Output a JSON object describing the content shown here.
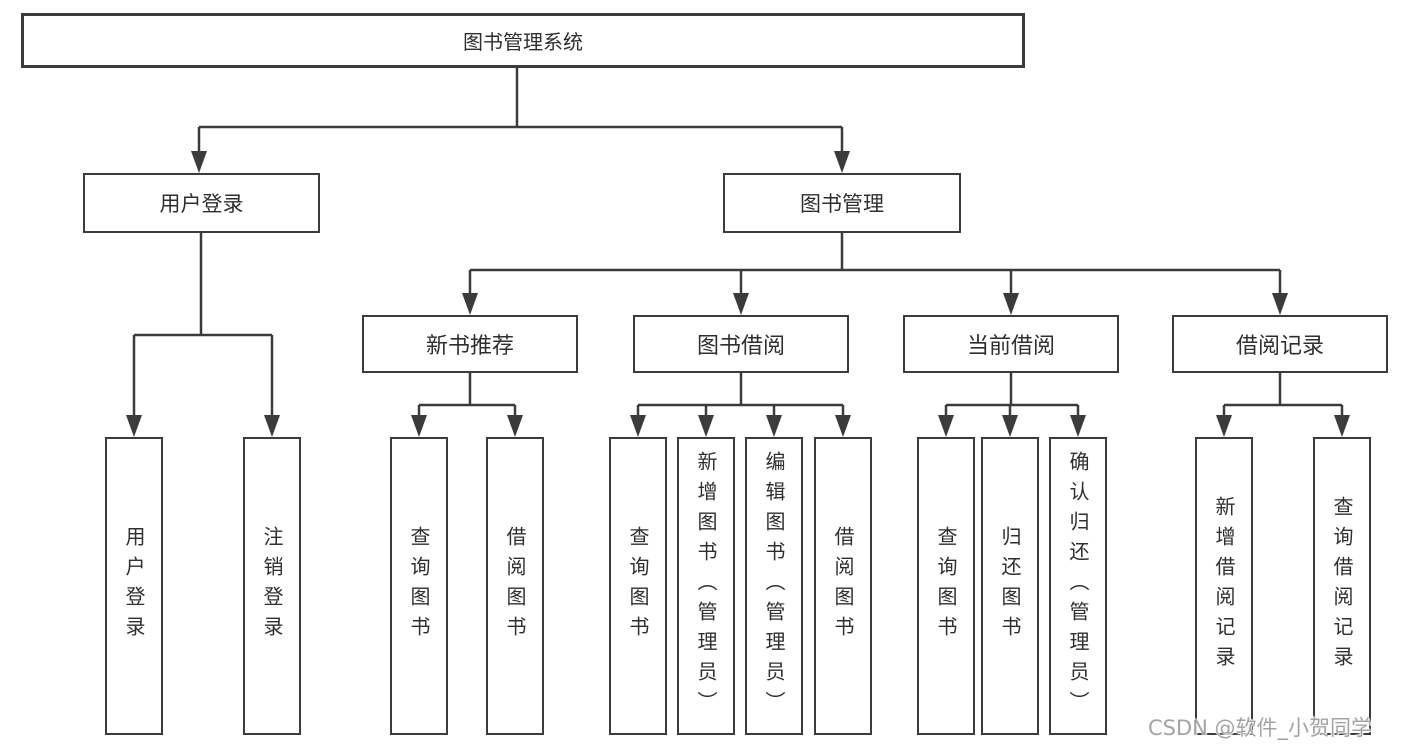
{
  "diagram_type": "hierarchy-tree",
  "tree": {
    "label": "图书管理系统",
    "children": [
      {
        "label": "用户登录",
        "children": [
          {
            "label": "用户登录"
          },
          {
            "label": "注销登录"
          }
        ]
      },
      {
        "label": "图书管理",
        "children": [
          {
            "label": "新书推荐",
            "children": [
              {
                "label": "查询图书"
              },
              {
                "label": "借阅图书"
              }
            ]
          },
          {
            "label": "图书借阅",
            "children": [
              {
                "label": "查询图书"
              },
              {
                "label": "新增图书（管理员）"
              },
              {
                "label": "编辑图书（管理员）"
              },
              {
                "label": "借阅图书"
              }
            ]
          },
          {
            "label": "当前借阅",
            "children": [
              {
                "label": "查询图书"
              },
              {
                "label": "归还图书"
              },
              {
                "label": "确认归还（管理员）"
              }
            ]
          },
          {
            "label": "借阅记录",
            "children": [
              {
                "label": "新增借阅记录"
              },
              {
                "label": "查询借阅记录"
              }
            ]
          }
        ]
      }
    ]
  },
  "watermark": {
    "text": "CSDN @软件_小贺同学"
  },
  "colors": {
    "background": "#ffffff",
    "line": "#3b3b3b",
    "box_border": "#3b3b3b",
    "box_fill": "#ffffff",
    "text": "#2f2f2f",
    "watermark": "#a3a3a3"
  }
}
